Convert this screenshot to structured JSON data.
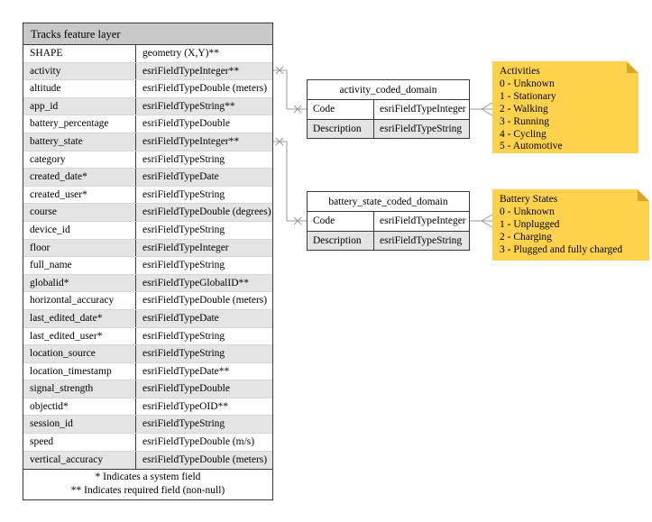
{
  "main_table": {
    "title": "Tracks feature layer",
    "rows": [
      {
        "field": "SHAPE",
        "type": "geometry (X,Y)**"
      },
      {
        "field": "activity",
        "type": "esriFieldTypeInteger**"
      },
      {
        "field": "altitude",
        "type": "esriFieldTypeDouble (meters)"
      },
      {
        "field": "app_id",
        "type": "esriFieldTypeString**"
      },
      {
        "field": "battery_percentage",
        "type": "esriFieldTypeDouble"
      },
      {
        "field": "battery_state",
        "type": "esriFieldTypeInteger**"
      },
      {
        "field": "category",
        "type": "esriFieldTypeString"
      },
      {
        "field": "created_date*",
        "type": "esriFieldTypeDate"
      },
      {
        "field": "created_user*",
        "type": "esriFieldTypeString"
      },
      {
        "field": "course",
        "type": "esriFieldTypeDouble (degrees)"
      },
      {
        "field": "device_id",
        "type": "esriFieldTypeString"
      },
      {
        "field": "floor",
        "type": "esriFieldTypeInteger"
      },
      {
        "field": "full_name",
        "type": "esriFieldTypeString"
      },
      {
        "field": "globalid*",
        "type": "esriFieldTypeGlobalID**"
      },
      {
        "field": "horizontal_accuracy",
        "type": "esriFieldTypeDouble (meters)"
      },
      {
        "field": "last_edited_date*",
        "type": "esriFieldTypeDate"
      },
      {
        "field": "last_edited_user*",
        "type": "esriFieldTypeString"
      },
      {
        "field": "location_source",
        "type": "esriFieldTypeString"
      },
      {
        "field": "location_timestamp",
        "type": "esriFieldTypeDate**"
      },
      {
        "field": "signal_strength",
        "type": "esriFieldTypeDouble"
      },
      {
        "field": "objectid*",
        "type": "esriFieldTypeOID**"
      },
      {
        "field": "session_id",
        "type": "esriFieldTypeString"
      },
      {
        "field": "speed",
        "type": "esriFieldTypeDouble (m/s)"
      },
      {
        "field": "vertical_accuracy",
        "type": "esriFieldTypeDouble (meters)"
      }
    ],
    "footnotes": [
      "* Indicates a system field",
      "** Indicates required field (non-null)"
    ]
  },
  "activity_domain": {
    "title": "activity_coded_domain",
    "rows": [
      {
        "field": "Code",
        "type": "esriFieldTypeInteger"
      },
      {
        "field": "Description",
        "type": "esriFieldTypeString"
      }
    ]
  },
  "battery_domain": {
    "title": "battery_state_coded_domain",
    "rows": [
      {
        "field": "Code",
        "type": "esriFieldTypeInteger"
      },
      {
        "field": "Description",
        "type": "esriFieldTypeString"
      }
    ]
  },
  "notes": {
    "activities": {
      "title": "Activities",
      "items": [
        "0 - Unknown",
        "1 - Stationary",
        "2 - Walking",
        "3 - Running",
        "4 - Cycling",
        "5 - Automotive"
      ]
    },
    "battery_states": {
      "title": "Battery States",
      "items": [
        "0 - Unknown",
        "1 - Unplugged",
        "2 - Charging",
        "3 - Plugged and fully charged"
      ]
    }
  },
  "colors": {
    "note_bg": "#ffd24e",
    "note_fold": "#d9a62a",
    "header_bg": "#c8c8c8",
    "alt_row_bg": "#e4e4e4",
    "connector": "#999999"
  }
}
